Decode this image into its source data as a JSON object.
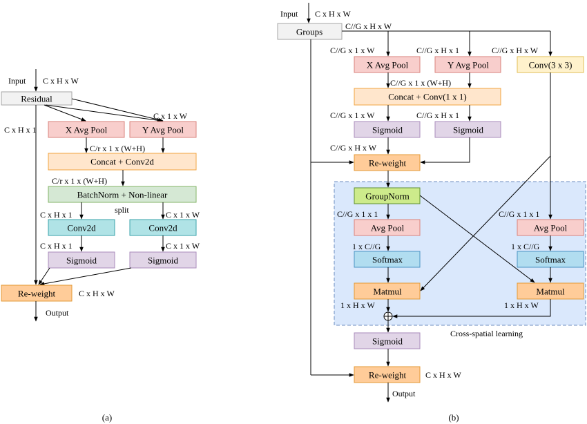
{
  "palette": {
    "input": {
      "fill": "#f2f2f2",
      "stroke": "#a6a6a6"
    },
    "pool": {
      "fill": "#f8cecc",
      "stroke": "#d9837c"
    },
    "concat": {
      "fill": "#ffe6cc",
      "stroke": "#f0a441"
    },
    "norm": {
      "fill": "#d5e8d4",
      "stroke": "#82b366"
    },
    "groupnorm": {
      "fill": "#cdeb8b",
      "stroke": "#5e8f30"
    },
    "conv": {
      "fill": "#b0e3e6",
      "stroke": "#3aa3ab"
    },
    "conv3": {
      "fill": "#fff2cc",
      "stroke": "#e2be55"
    },
    "sigmoid": {
      "fill": "#e1d5e7",
      "stroke": "#a98bbb"
    },
    "softmax": {
      "fill": "#b1ddf0",
      "stroke": "#4a93c3"
    },
    "weight": {
      "fill": "#ffcc99",
      "stroke": "#e39a36"
    },
    "region": {
      "fill": "#dae8fc",
      "stroke": "#6c8ebf"
    }
  },
  "panel_a": {
    "caption": "(a)",
    "input": {
      "label": "Input",
      "shape": "C x H x W"
    },
    "residual": "Residual",
    "x_pool": {
      "label": "X Avg Pool",
      "shape_out": "C x H x 1"
    },
    "y_pool": {
      "label": "Y Avg Pool",
      "shape_out": "C x 1 x W"
    },
    "concat": {
      "label": "Concat + Conv2d",
      "shape_in": "C/r x 1 x (W+H)"
    },
    "norm": {
      "label": "BatchNorm + Non-linear",
      "shape_in": "C/r x 1 x (W+H)",
      "split": "split"
    },
    "conv_h": {
      "label": "Conv2d",
      "shape_in": "C x H x 1"
    },
    "conv_w": {
      "label": "Conv2d",
      "shape_in": "C x 1 x W"
    },
    "sigmoid_h": {
      "label": "Sigmoid",
      "shape_in": "C x H x 1"
    },
    "sigmoid_w": {
      "label": "Sigmoid",
      "shape_in": "C x 1 x W"
    },
    "reweight": {
      "label": "Re-weight",
      "shape": "C x H x W"
    },
    "output": "Output"
  },
  "panel_b": {
    "caption": "(b)",
    "input": {
      "label": "Input",
      "shape": "C x H x W"
    },
    "groups": {
      "label": "Groups",
      "shape": "C//G x H x W"
    },
    "x_pool": {
      "label": "X Avg Pool",
      "shape_in": "C//G x 1 x W"
    },
    "y_pool": {
      "label": "Y Avg Pool",
      "shape_in": "C//G x H x 1"
    },
    "conv3x3": {
      "label": "Conv(3 x 3)",
      "shape_in": "C//G x H x W"
    },
    "concat": {
      "label": "Concat + Conv(1 x 1)",
      "shape_in": "C//G x 1 x (W+H)"
    },
    "sigmoid_w": {
      "label": "Sigmoid",
      "shape_in": "C//G x 1 x W"
    },
    "sigmoid_h": {
      "label": "Sigmoid",
      "shape_in": "C//G x H x 1"
    },
    "reweight": {
      "label": "Re-weight",
      "shape_in": "C//G x H x W"
    },
    "cross_spatial": {
      "title": "Cross-spatial learning",
      "groupnorm": "GroupNorm",
      "left": {
        "avg_pool": {
          "label": "Avg Pool",
          "shape_in": "C//G x 1 x 1"
        },
        "softmax": {
          "label": "Softmax",
          "shape_in": "1 x C//G"
        },
        "matmul": {
          "label": "Matmul",
          "shape_out": "1 x H x W"
        }
      },
      "right": {
        "avg_pool": {
          "label": "Avg Pool",
          "shape_in": "C//G x 1 x 1"
        },
        "softmax": {
          "label": "Softmax",
          "shape_in": "1 x C//G"
        },
        "matmul": {
          "label": "Matmul",
          "shape_out": "1 x H x W"
        }
      }
    },
    "sigmoid": "Sigmoid",
    "reweight_out": {
      "label": "Re-weight",
      "shape": "C x H x W"
    },
    "output": "Output"
  }
}
